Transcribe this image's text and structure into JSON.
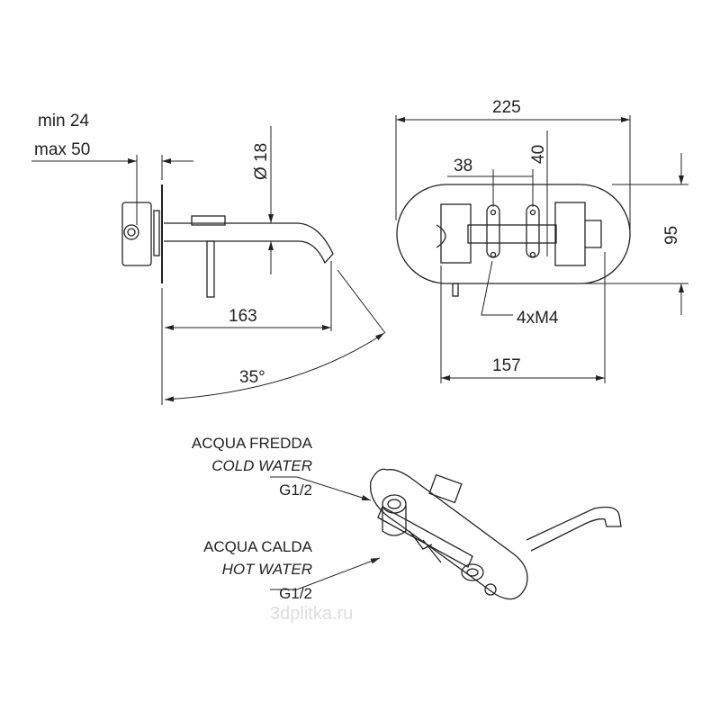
{
  "side_view": {
    "min_label": "min 24",
    "max_label": "max 50",
    "diameter_label": "Ø 18",
    "length_label": "163",
    "angle_label": "35°"
  },
  "front_view": {
    "width_label": "225",
    "spacing_label": "38",
    "hole_height_label": "40",
    "height_label": "95",
    "screws_label": "4xM4",
    "inner_width_label": "157"
  },
  "iso_view": {
    "cold": {
      "it": "ACQUA FREDDA",
      "en": "COLD WATER",
      "thread": "G1/2"
    },
    "hot": {
      "it": "ACQUA CALDA",
      "en": "HOT WATER",
      "thread": "G1/2"
    }
  },
  "watermark": "3dplitka.ru"
}
